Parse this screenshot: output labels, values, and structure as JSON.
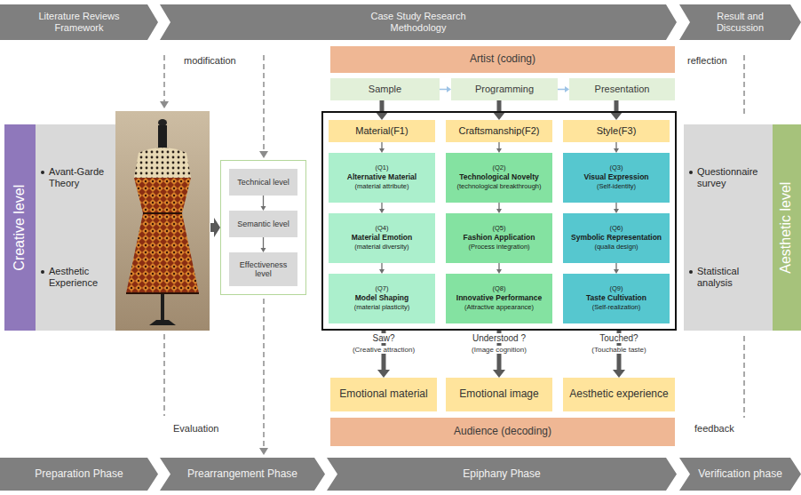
{
  "diagram": {
    "nodes": [
      {
        "text": [
          "Literature Reviews Framework"
        ]
      },
      {
        "text": [
          "Case Study Research Methodology"
        ]
      },
      {
        "text": [
          "Result and Discussion"
        ]
      },
      {
        "text": [
          "Creative level"
        ]
      },
      {
        "text": [
          "Avant-Garde Theory",
          "Aesthetic Experience"
        ]
      },
      {
        "text": []
      },
      {
        "text": [
          "Technical level"
        ],
        "in": 5
      },
      {
        "text": [
          "Semantic level"
        ],
        "in": 5
      },
      {
        "text": [
          "Effectiveness level"
        ],
        "in": 5
      },
      {
        "text": [
          "Artist (coding)"
        ]
      },
      {
        "text": [
          "Sample"
        ]
      },
      {
        "text": [
          "Programming"
        ]
      },
      {
        "text": [
          "Presentation"
        ]
      },
      {
        "text": []
      },
      {
        "text": [
          "Material(F1)"
        ],
        "in": 13
      },
      {
        "text": [
          "Craftsmanship(F2)"
        ],
        "in": 13
      },
      {
        "text": [
          "Style(F3)"
        ],
        "in": 13
      },
      {
        "text": [
          "(Q1)",
          "Alternative Material",
          "(material attribute)"
        ],
        "in": 13
      },
      {
        "text": [
          "(Q2)",
          "Technological Novelty",
          "(technological breakthrough)"
        ],
        "in": 13
      },
      {
        "text": [
          "(Q3)",
          "Visual Expression",
          "(Self-identity)"
        ],
        "in": 13
      },
      {
        "text": [
          "(Q4)",
          "Material Emotion",
          "(material diversity)"
        ],
        "in": 13
      },
      {
        "text": [
          "(Q5)",
          "Fashion Application",
          "(Process integration)"
        ],
        "in": 13
      },
      {
        "text": [
          "(Q6)",
          "Symbolic Representation",
          "(qualia design)"
        ],
        "in": 13
      },
      {
        "text": [
          "(Q7)",
          "Model Shaping",
          "(material plasticity)"
        ],
        "in": 13
      },
      {
        "text": [
          "(Q8)",
          "Innovative Performance",
          "(Attractive appearance)"
        ],
        "in": 13
      },
      {
        "text": [
          "(Q9)",
          "Taste Cultivation",
          "(Self-realization)"
        ],
        "in": 13
      },
      {
        "text": [
          "Emotional material"
        ]
      },
      {
        "text": [
          "Emotional image"
        ]
      },
      {
        "text": [
          "Aesthetic experience"
        ]
      },
      {
        "text": [
          "Audience (decoding)"
        ]
      },
      {
        "text": [
          "Questionnaire survey",
          "Statistical analysis"
        ]
      },
      {
        "text": [
          "Aesthetic level"
        ]
      },
      {
        "text": [
          "Preparation Phase"
        ]
      },
      {
        "text": [
          "Prearrangement Phase"
        ]
      },
      {
        "text": [
          "Epiphany Phase"
        ]
      },
      {
        "text": [
          "Verification phase"
        ]
      }
    ],
    "edges": [
      {
        "from": 6,
        "to": 7,
        "arrow": "to"
      },
      {
        "from": 7,
        "to": 8,
        "arrow": "to"
      },
      {
        "from": 10,
        "to": 11,
        "arrow": "to"
      },
      {
        "from": 11,
        "to": 12,
        "arrow": "to"
      },
      {
        "from": 10,
        "to": 14,
        "arrow": "to"
      },
      {
        "from": 11,
        "to": 15,
        "arrow": "to"
      },
      {
        "from": 12,
        "to": 16,
        "arrow": "to"
      },
      {
        "from": 14,
        "to": 17,
        "arrow": "to"
      },
      {
        "from": 17,
        "to": 20,
        "arrow": "to"
      },
      {
        "from": 20,
        "to": 23,
        "arrow": "to"
      },
      {
        "from": 15,
        "to": 18,
        "arrow": "to"
      },
      {
        "from": 18,
        "to": 21,
        "arrow": "to"
      },
      {
        "from": 21,
        "to": 24,
        "arrow": "to"
      },
      {
        "from": 16,
        "to": 19,
        "arrow": "to"
      },
      {
        "from": 19,
        "to": 22,
        "arrow": "to"
      },
      {
        "from": 22,
        "to": 25,
        "arrow": "to"
      },
      {
        "from": 13,
        "to": 26,
        "arrow": "to"
      },
      {
        "from": 13,
        "to": 27,
        "arrow": "to"
      },
      {
        "from": 13,
        "to": 28,
        "arrow": "to"
      }
    ],
    "labels": [
      "modification",
      "Evaluation",
      "reflection",
      "feedback",
      "Saw?",
      "(Creative attraction)",
      "Understood ?",
      "(Image cognition)",
      "Touched?",
      "(Touchable taste)"
    ]
  }
}
